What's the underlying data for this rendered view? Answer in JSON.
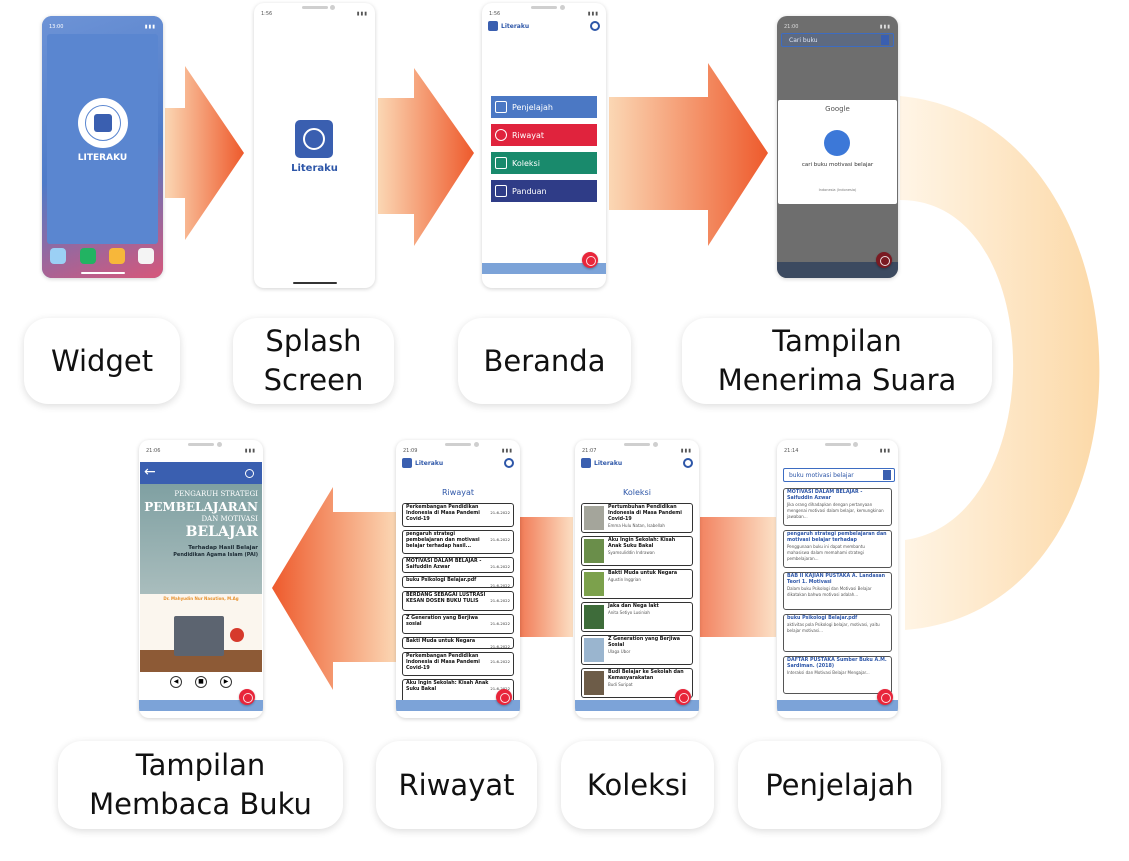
{
  "colors": {
    "arrow_orange": "#ef6a3a",
    "arrow_light": "#f7b98a",
    "arc_light": "#fde3c0",
    "primary_blue": "#3a5fb0",
    "menu_penjelajah": "#4b78c4",
    "menu_riwayat": "#e0233d",
    "menu_koleksi": "#198a6c",
    "menu_panduan": "#2f3c87",
    "fab_red": "#e8253a"
  },
  "labels": {
    "widget": "Widget",
    "splash": [
      "Splash",
      "Screen"
    ],
    "beranda": "Beranda",
    "suara": [
      "Tampilan",
      "Menerima Suara"
    ],
    "membaca": [
      "Tampilan",
      "Membaca Buku"
    ],
    "riwayat": "Riwayat",
    "koleksi": "Koleksi",
    "penjelajah": "Penjelajah"
  },
  "app": {
    "name": "Literaku",
    "widget_name": "LITERAKU"
  },
  "status": {
    "widget_time": "13:00",
    "splash_time": "1:56",
    "beranda_time": "1:56",
    "suara_time": "21:00",
    "riwayat_time": "21:09",
    "koleksi_time": "21:07",
    "penjelajah_time": "21:14",
    "membaca_time": "21:06"
  },
  "beranda": {
    "menu": [
      "Penjelajah",
      "Riwayat",
      "Koleksi",
      "Panduan"
    ]
  },
  "suara": {
    "search_placeholder": "Cari buku",
    "google": "Google",
    "query": "cari buku motivasi belajar",
    "lang": "Indonesia (Indonesia)"
  },
  "penjelajah": {
    "search_value": "buku motivasi belajar",
    "results": [
      {
        "title": "MOTIVASI DALAM BELAJAR - Saifuddin Azwar",
        "desc": "Jika orang dihadapkan dengan pertanyaan mengenai motivasi dalam belajar, kemungkinan jawaban..."
      },
      {
        "title": "pengaruh strategi pembelajaran dan motivasi belajar terhadap",
        "desc": "Penggunaan buku ini dapat membantu mahasiswa dalam memahami strategi pembelajaran..."
      },
      {
        "title": "BAB II KAJIAN PUSTAKA A. Landasan Teori 1. Motivasi",
        "desc": "Dalam buku Psikologi dan Motivasi Belajar dikatakan bahwa motivasi adalah..."
      },
      {
        "title": "buku Psikologi Belajar.pdf",
        "desc": "aktivitas pola Psikologi belajar, motivasi, yaitu belajar motivasi..."
      },
      {
        "title": "DAFTAR PUSTAKA Sumber Buku A.M. Sardiman. (2018)",
        "desc": "Interaksi dan Motivasi Belajar Mengajar..."
      }
    ]
  },
  "koleksi": {
    "title": "Koleksi",
    "items": [
      {
        "title": "Pertumbuhan Pendidikan Indonesia di Masa Pandemi Covid-19",
        "author": "Emma Hulu Natan, Isabellah"
      },
      {
        "title": "Aku Ingin Sekolah: Kisah Anak Suku Bakal",
        "author": "Syamsuliddin Indrawan"
      },
      {
        "title": "Bakti Muda untuk Negara",
        "author": "Agustin Inggrian"
      },
      {
        "title": "Jaka dan Nega lakt",
        "author": "Anita Setiyo Lusiniah"
      },
      {
        "title": "Z Generation yang Berjiwa Sosial",
        "author": "Ulaga Ubor"
      },
      {
        "title": "Budi Belajar ke Sekolah dan Kemasyarakatan",
        "author": "Budi Suripat"
      }
    ]
  },
  "riwayat": {
    "title": "Riwayat",
    "items": [
      {
        "title": "Perkembangan Pendidikan Indonesia di Masa Pandemi Covid-19",
        "date": "21-6-2022"
      },
      {
        "title": "pengaruh strategi pembelajaran dan motivasi belajar terhadap hasil...",
        "date": "21-6-2022"
      },
      {
        "title": "MOTIVASI DALAM BELAJAR - Saifuddin Azwar",
        "date": "21-6-2022"
      },
      {
        "title": "buku Psikologi Belajar.pdf",
        "date": "21-6-2022"
      },
      {
        "title": "BERDANG SEBAGAI LUSTRASI KESAN DOSEN BUKU TULIS",
        "date": "21-6-2022"
      },
      {
        "title": "Z Generation yang Berjiwa sosial",
        "date": "21-6-2022"
      },
      {
        "title": "Bakti Muda untuk Negara",
        "date": "21-6-2022"
      },
      {
        "title": "Perkembangan Pendidikan Indonesia di Masa Pandemi Covid-19",
        "date": "21-6-2022"
      },
      {
        "title": "Aku Ingin Sekolah: Kisah Anak Suku Bakal",
        "date": "21-6-2022"
      }
    ]
  },
  "membaca": {
    "book_line1": "PENGARUH STRATEGI",
    "book_line2": "PEMBELAJARAN",
    "book_line3": "DAN MOTIVASI",
    "book_line4": "BELAJAR",
    "book_sub1": "Terhadap Hasil Belajar",
    "book_sub2": "Pendidikan Agama Islam (PAI)",
    "book_author": "Dr. Mahyudin Nur Nasution, M.Ag"
  }
}
